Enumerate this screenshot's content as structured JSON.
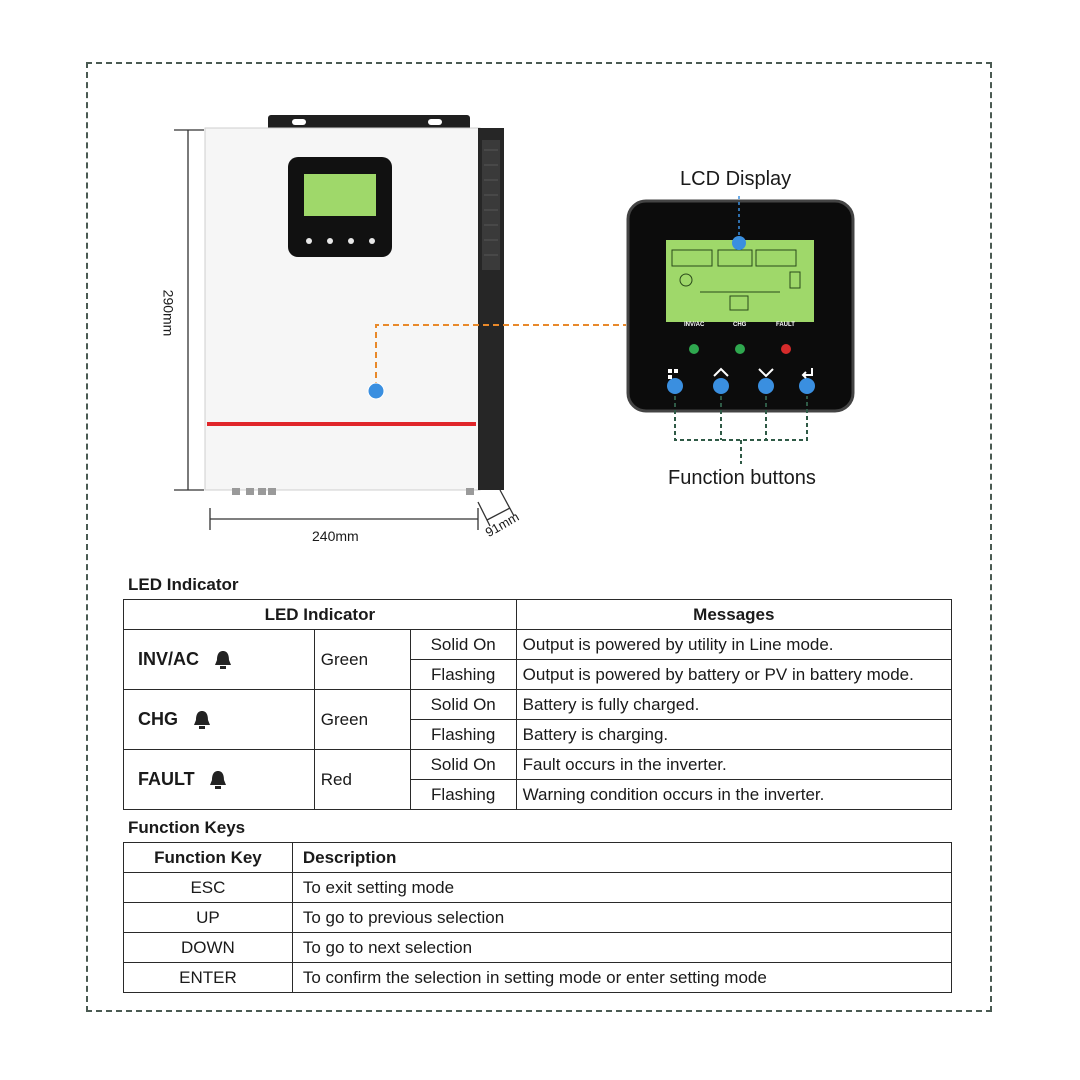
{
  "diagram": {
    "lcd_display_label": "LCD Display",
    "function_buttons_label": "Function buttons",
    "height_dim": "290mm",
    "width_dim": "240mm",
    "depth_dim": "91mm",
    "panel_indicator_labels": [
      "INV/AC",
      "CHG",
      "FAULT"
    ]
  },
  "led_section": {
    "title": "LED Indicator",
    "header_left": "LED Indicator",
    "header_right": "Messages",
    "rows": [
      {
        "name": "INV/AC",
        "color": "Green",
        "states": [
          {
            "state": "Solid On",
            "message": "Output is powered by utility in Line mode."
          },
          {
            "state": "Flashing",
            "message": "Output is powered by battery or PV in battery mode."
          }
        ]
      },
      {
        "name": "CHG",
        "color": "Green",
        "states": [
          {
            "state": "Solid On",
            "message": "Battery is fully charged."
          },
          {
            "state": "Flashing",
            "message": "Battery is charging."
          }
        ]
      },
      {
        "name": "FAULT",
        "color": "Red",
        "states": [
          {
            "state": "Solid On",
            "message": "Fault occurs in the inverter."
          },
          {
            "state": "Flashing",
            "message": "Warning condition occurs in the inverter."
          }
        ]
      }
    ]
  },
  "keys_section": {
    "title": "Function Keys",
    "header_key": "Function Key",
    "header_desc": "Description",
    "rows": [
      {
        "key": "ESC",
        "description": "To exit setting mode"
      },
      {
        "key": "UP",
        "description": "To go to previous selection"
      },
      {
        "key": "DOWN",
        "description": "To go to next selection"
      },
      {
        "key": "ENTER",
        "description": "To confirm the selection in setting mode or enter setting mode"
      }
    ]
  },
  "colors": {
    "lcd_green": "#9fd86a",
    "accent_red": "#e0262a",
    "dash_orange": "#e8892b",
    "led_green": "#2fa84f",
    "led_red": "#d62b2b",
    "callout_blue": "#3a8fe0"
  }
}
